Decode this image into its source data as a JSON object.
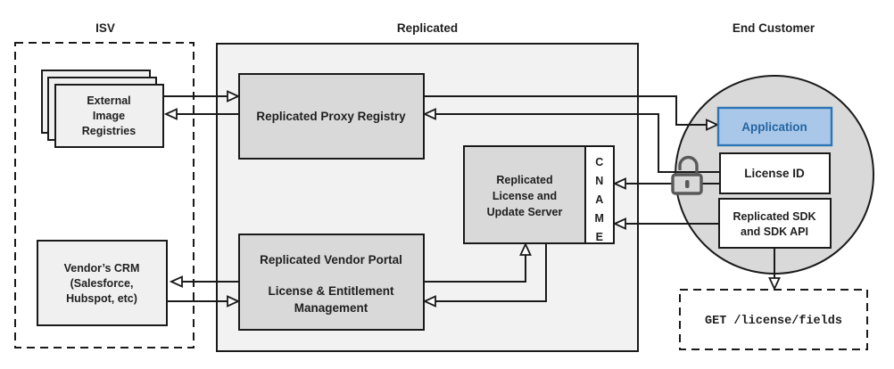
{
  "sections": {
    "isv": {
      "title": "ISV"
    },
    "replicated": {
      "title": "Replicated"
    },
    "end_customer": {
      "title": "End Customer"
    }
  },
  "nodes": {
    "external_registries": {
      "label_lines": [
        "External",
        "Image",
        "Registries"
      ]
    },
    "vendor_crm": {
      "label_lines": [
        "Vendor’s CRM",
        "(Salesforce,",
        "Hubspot, etc)"
      ]
    },
    "proxy_registry": {
      "label": "Replicated Proxy Registry"
    },
    "vendor_portal": {
      "label_lines": [
        "Replicated Vendor Portal",
        "License & Entitlement",
        "Management"
      ]
    },
    "update_server": {
      "label_lines": [
        "Replicated",
        "License and",
        "Update Server"
      ]
    },
    "cname": {
      "letters": [
        "C",
        "N",
        "A",
        "M",
        "E"
      ]
    },
    "application": {
      "label": "Application"
    },
    "license_id": {
      "label": "License ID"
    },
    "sdk": {
      "label_lines": [
        "Replicated SDK",
        "and SDK API"
      ]
    },
    "get_endpoint": {
      "label": "GET /license/fields"
    }
  },
  "icons": {
    "lock": "unlocked-padlock-icon"
  },
  "colors": {
    "background": "#ffffff",
    "replicated_container_fill": "#f2f2f2",
    "gray_box_fill": "#d9d9d9",
    "light_box_fill": "#f0f0f0",
    "circle_fill": "#d9d9d9",
    "application_fill": "#a9c7e8",
    "application_border": "#2e75b5",
    "application_text": "#2566a3",
    "line_color": "#1a1a1a",
    "lock_color": "#595959"
  }
}
